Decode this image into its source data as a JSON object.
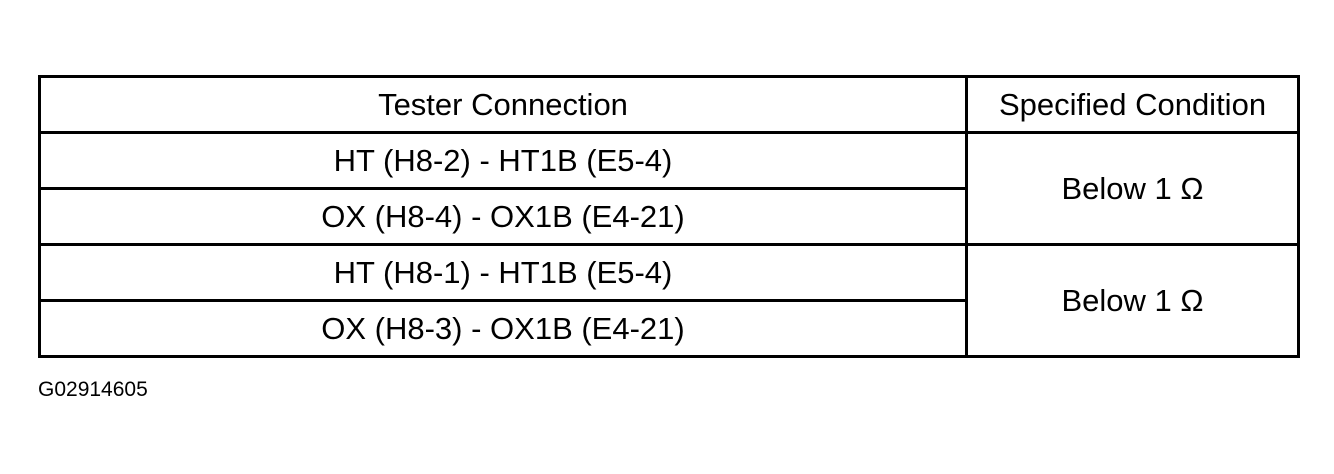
{
  "table": {
    "headers": {
      "tester_connection": "Tester Connection",
      "specified_condition": "Specified Condition"
    },
    "groups": [
      {
        "connections": [
          "HT  (H8-2) -  HT1B  (E5-4)",
          "OX  (H8-4) -  OX1B  (E4-21)"
        ],
        "condition": "Below 1 Ω"
      },
      {
        "connections": [
          "HT  (H8-1) -  HT1B  (E5-4)",
          "OX  (H8-3) -  OX1B  (E4-21)"
        ],
        "condition": "Below 1 Ω"
      }
    ]
  },
  "figure_id": "G02914605"
}
